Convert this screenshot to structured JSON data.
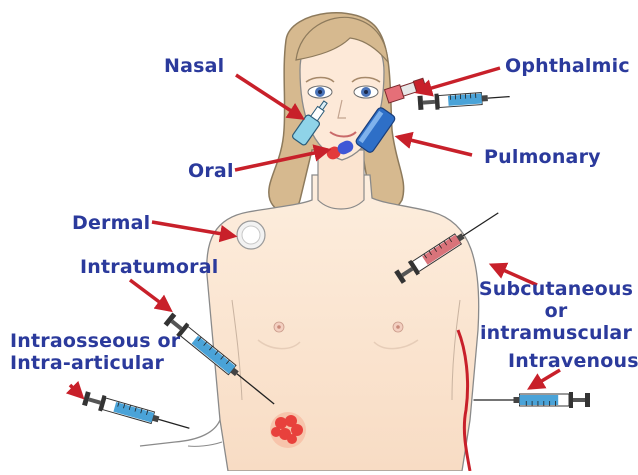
{
  "labels": {
    "nasal": "Nasal",
    "ophthalmic": "Ophthalmic",
    "oral": "Oral",
    "pulmonary": "Pulmonary",
    "dermal": "Dermal",
    "intratumoral": "Intratumoral",
    "subcutaneous_line1": "Subcutaneous or",
    "subcutaneous_line2": "intramuscular",
    "intraosseous_line1": "Intraosseous or",
    "intraosseous_line2": "Intra-articular",
    "intravenous": "Intravenous"
  },
  "colors": {
    "label_text": "#2b3a9c",
    "arrow": "#c8202a",
    "skin": "#fbe6d4",
    "hair": "#d2b48a",
    "syringe_blue": "#4aa3d8",
    "syringe_red": "#d9737a",
    "tumor": "#e8413c"
  },
  "icons": [
    "nasal-spray-icon",
    "eye-dropper-icon",
    "syringe-icon",
    "pill-icon",
    "inhaler-icon",
    "skin-patch-icon",
    "tumor-icon",
    "blood-vessel-icon"
  ]
}
